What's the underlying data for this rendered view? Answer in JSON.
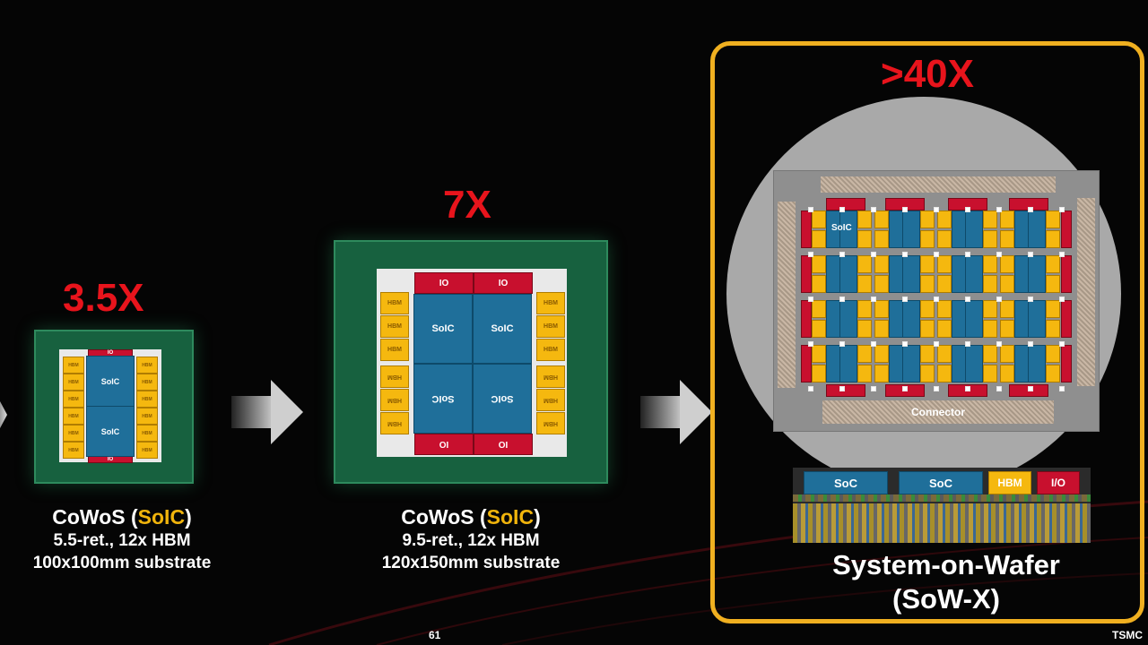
{
  "stages": [
    {
      "scale": "3.5X",
      "caption_main": "CoWoS (",
      "caption_hl": "SoIC",
      "caption_close": ")",
      "line2": "5.5-ret., 12x HBM",
      "line3": "100x100mm substrate"
    },
    {
      "scale": "7X",
      "caption_main": "CoWoS (",
      "caption_hl": "SoIC",
      "caption_close": ")",
      "line2": "9.5-ret., 12x HBM",
      "line3": "120x150mm substrate"
    },
    {
      "scale": ">40X",
      "line1": "System-on-Wafer",
      "line2": "(SoW-X)"
    }
  ],
  "chip_labels": {
    "soic": "SoIC",
    "hbm": "HBM",
    "io": "IO",
    "connector": "Connector"
  },
  "cross_section": {
    "soc1": "SoC",
    "soc2": "SoC",
    "hbm": "HBM",
    "io": "I/O"
  },
  "footer": {
    "page": "61",
    "brand": "TSMC"
  },
  "colors": {
    "scale_red": "#e8141c",
    "highlight": "#f0b40c",
    "frame": "#f0b020",
    "package_green": "#17613f",
    "soic_blue": "#1f6f9a",
    "hbm_yellow": "#f5b80f",
    "io_red": "#c8102e"
  }
}
